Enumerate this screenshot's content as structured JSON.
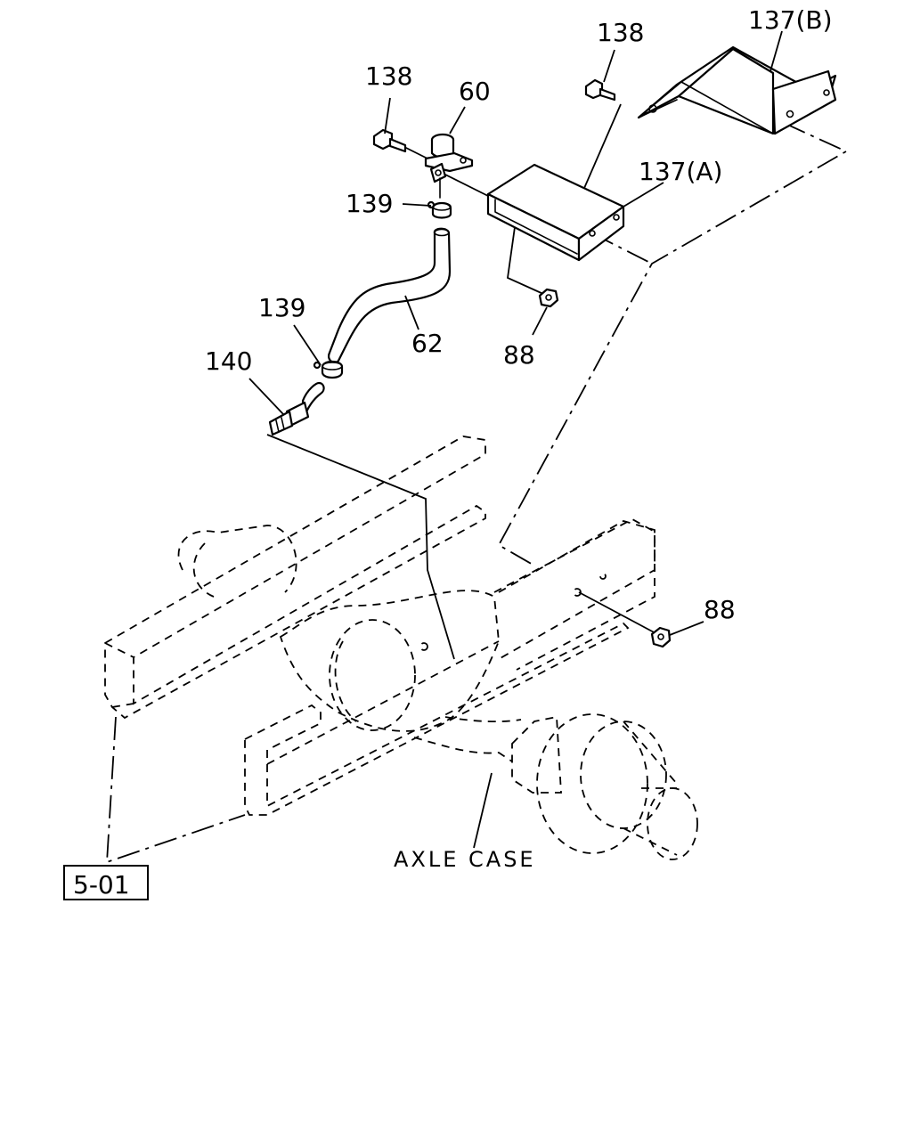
{
  "labels": {
    "p137b": "137(B)",
    "p138_right": "138",
    "p138_left": "138",
    "p60": "60",
    "p137a": "137(A)",
    "p139_top": "139",
    "p139_mid": "139",
    "p62": "62",
    "p88_upper": "88",
    "p140": "140",
    "p88_lower": "88",
    "axle_case": "AXLE CASE",
    "ref_5_01": "5-01"
  }
}
